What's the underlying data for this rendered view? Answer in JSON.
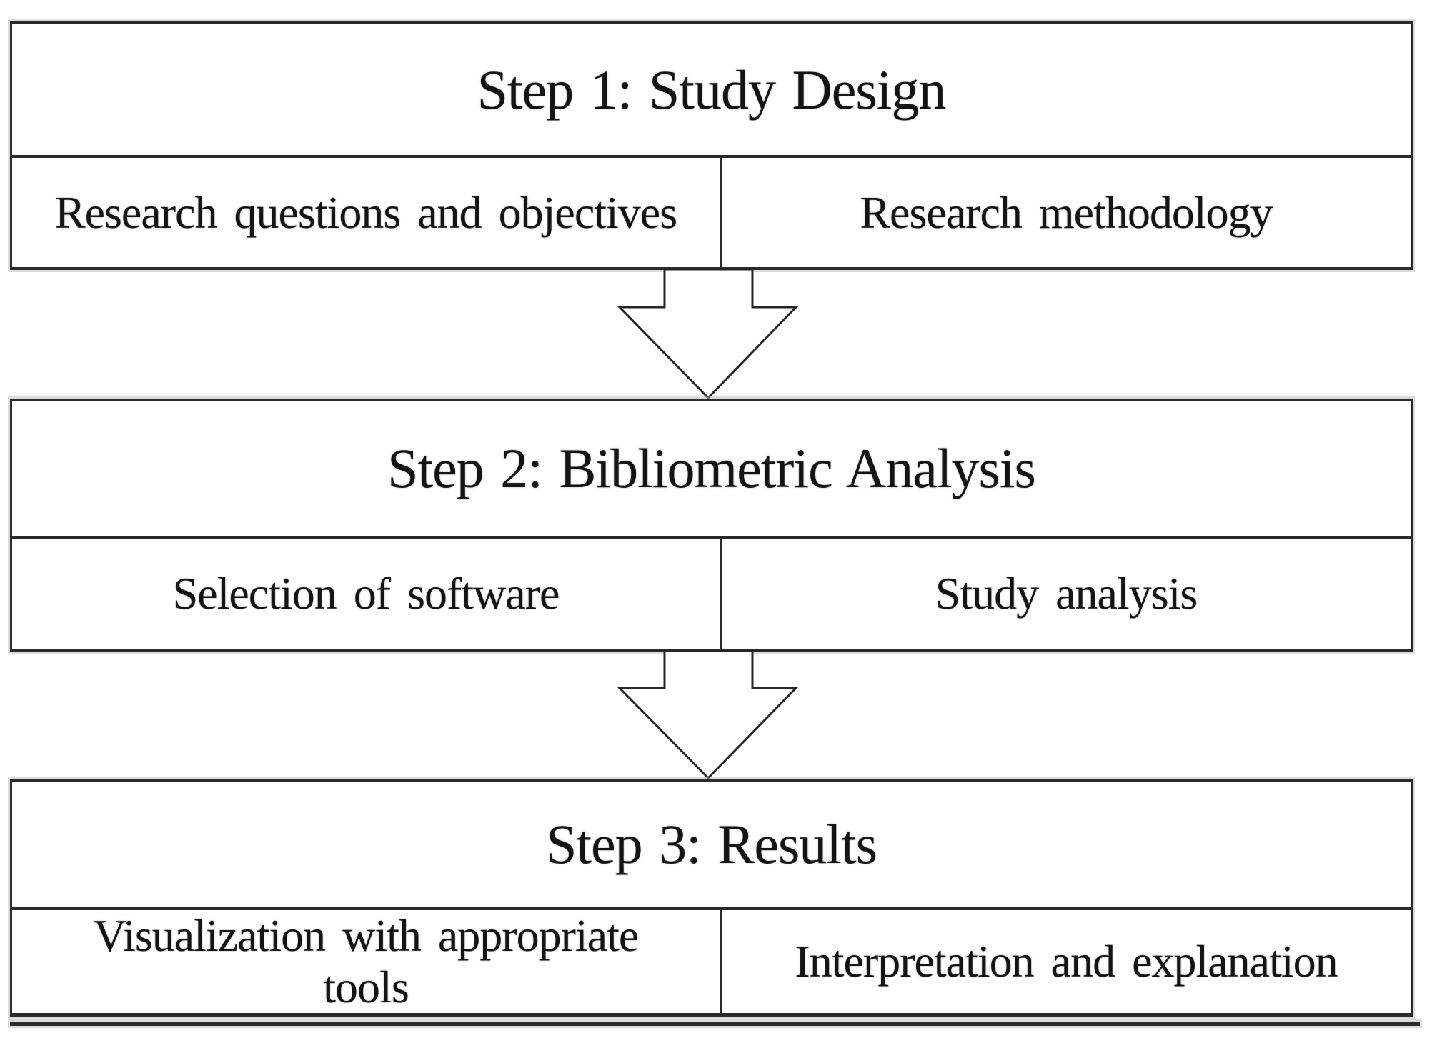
{
  "diagram": {
    "steps": [
      {
        "title": "Step 1: Study Design",
        "cells": [
          "Research questions and objectives",
          "Research methodology"
        ]
      },
      {
        "title": "Step 2: Bibliometric Analysis",
        "cells": [
          "Selection of software",
          "Study analysis"
        ]
      },
      {
        "title": "Step 3: Results",
        "cells": [
          "Visualization with appropriate\ntools",
          "Interpretation and explanation"
        ]
      }
    ],
    "colors": {
      "border": "#2b2b2b",
      "background": "#ffffff",
      "text": "#141414"
    }
  }
}
